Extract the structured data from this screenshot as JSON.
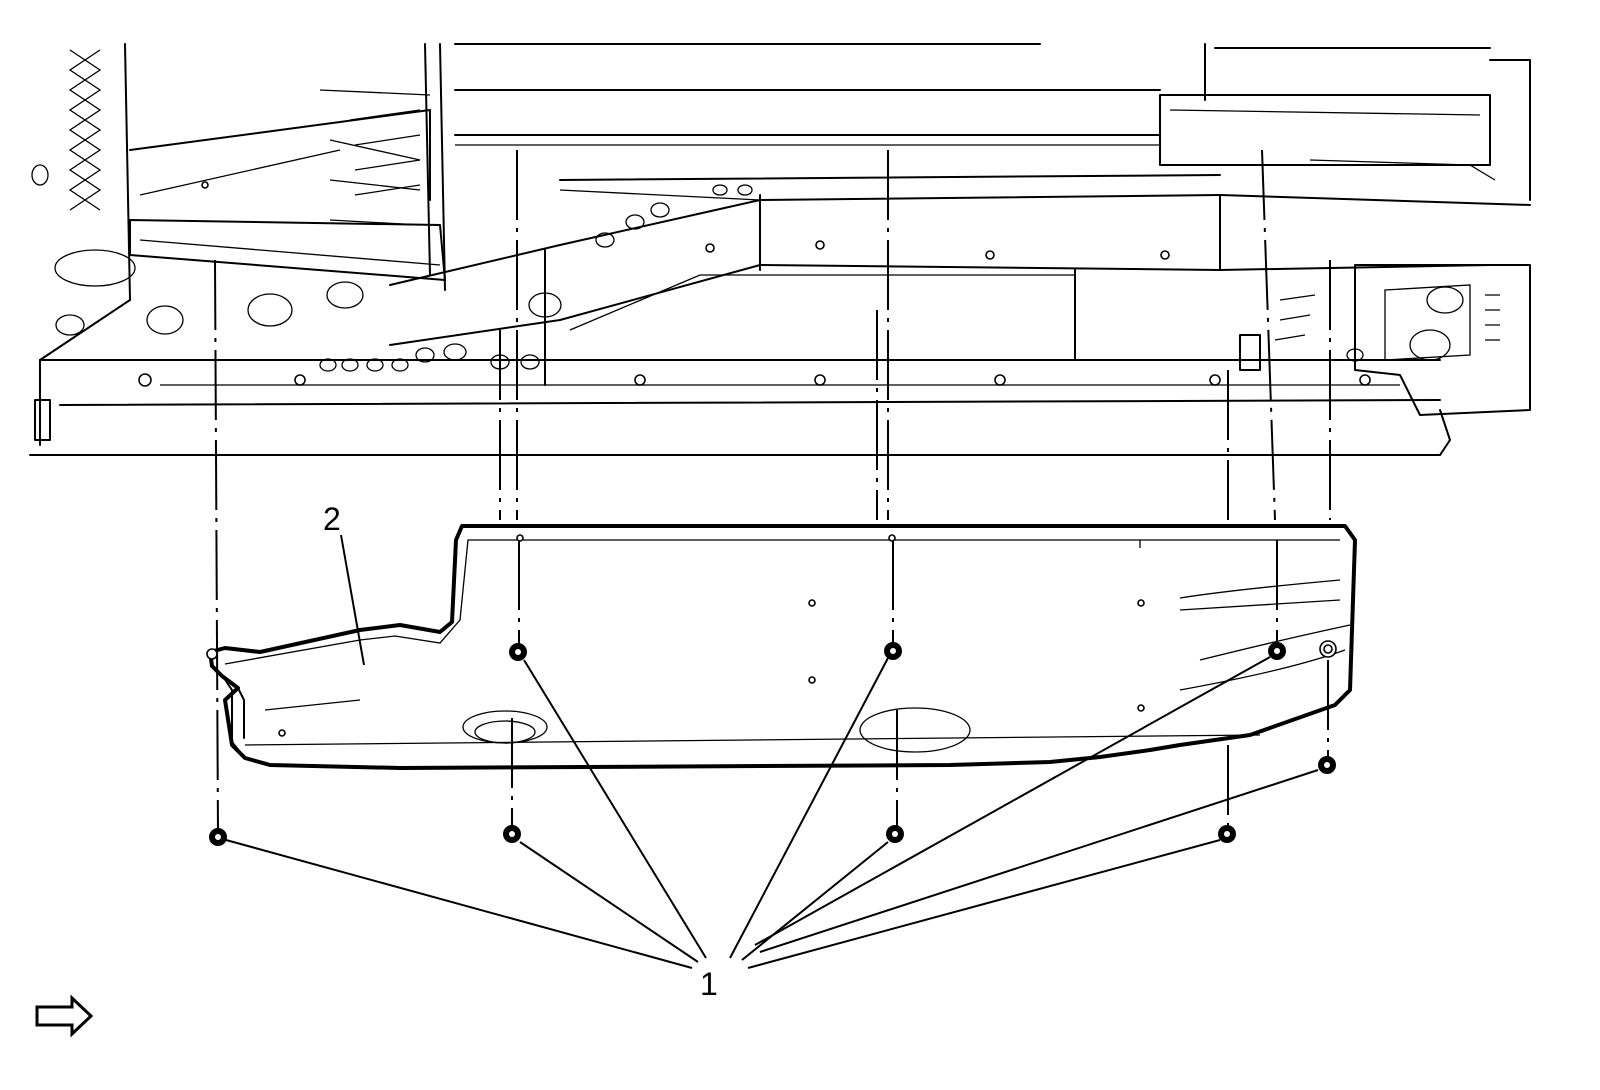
{
  "callouts": [
    {
      "id": "fasteners",
      "label": "1"
    },
    {
      "id": "underbody-shield",
      "label": "2"
    }
  ],
  "icons": {
    "front_direction": "arrow-right-outline-icon"
  }
}
